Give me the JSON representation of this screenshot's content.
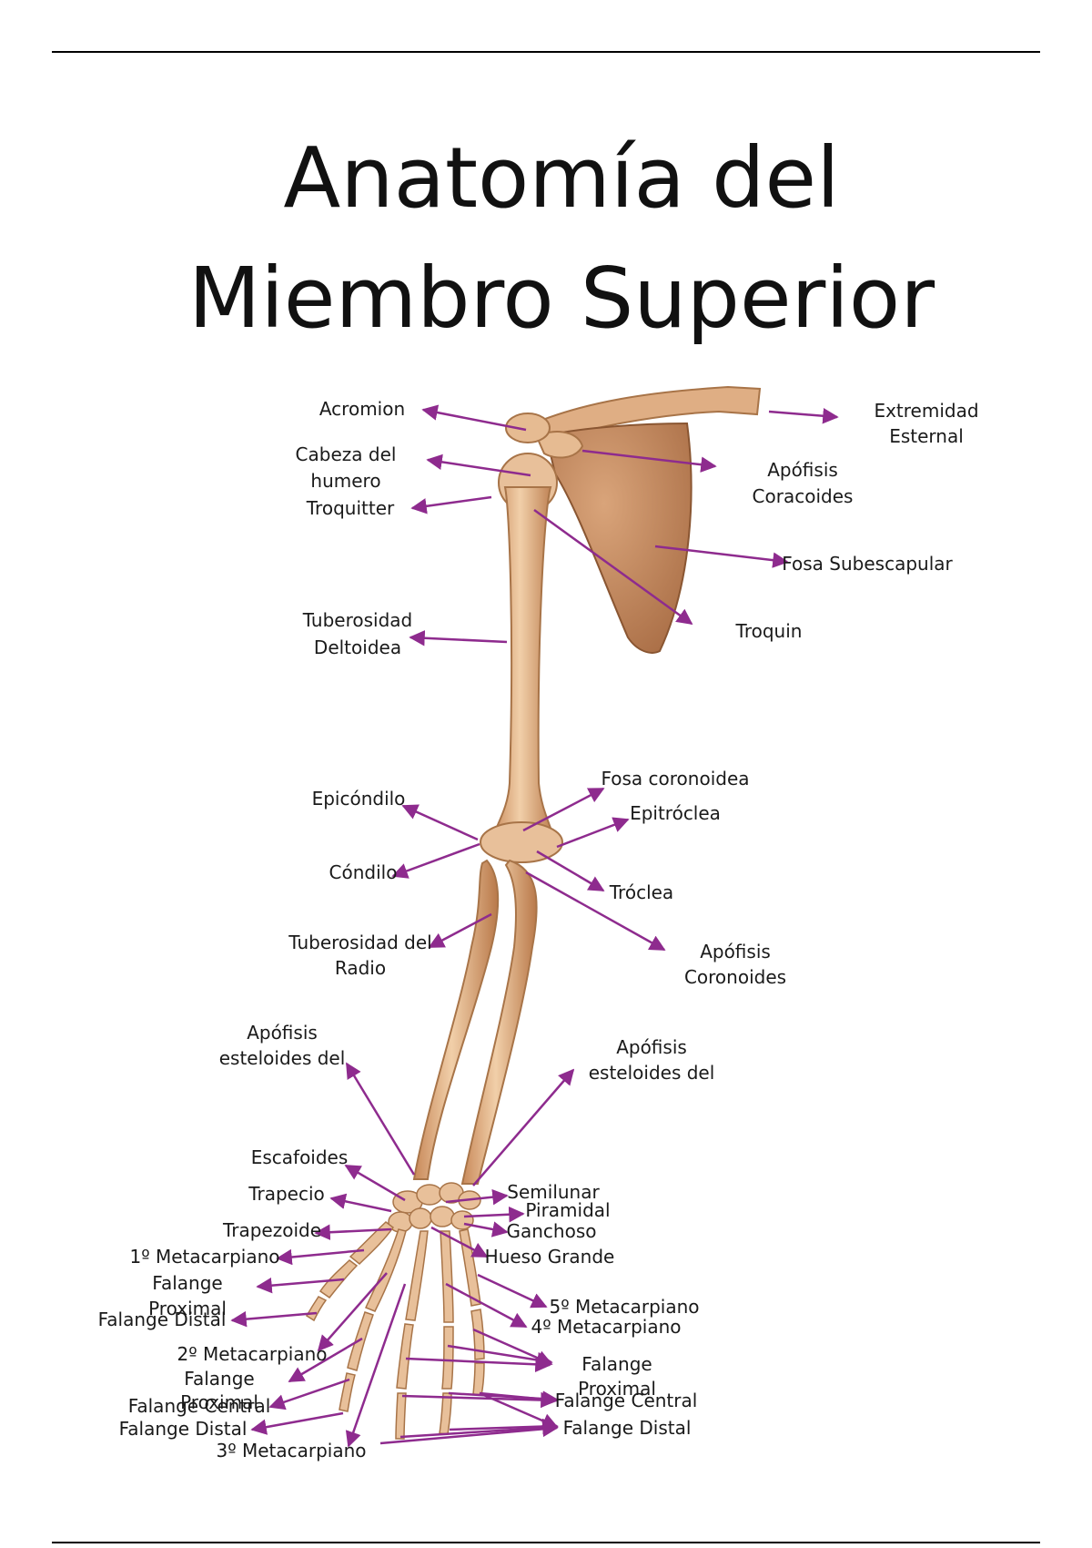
{
  "title": {
    "line1": "Anatomía del",
    "line2": "Miembro Superior"
  },
  "colors": {
    "arrow": "#8e2b8e",
    "bone": "#e3b48a",
    "bone_shadow": "#b07a4e",
    "bone_light": "#f3d6b6"
  },
  "labels": {
    "acromion": "Acromion",
    "extremidad_esternal_1": "Extremidad",
    "extremidad_esternal_2": "Esternal",
    "cabeza_humero_1": "Cabeza del",
    "cabeza_humero_2": "humero",
    "troquitter": "Troquitter",
    "apofisis_coracoides_1": "Apófisis",
    "apofisis_coracoides_2": "Coracoides",
    "fosa_subescapular": "Fosa Subescapular",
    "troquin": "Troquin",
    "tuberosidad_deltoidea_1": "Tuberosidad",
    "tuberosidad_deltoidea_2": "Deltoidea",
    "fosa_coronoidea": "Fosa coronoidea",
    "epicondilo": "Epicóndilo",
    "epitroclea": "Epitróclea",
    "condilo": "Cóndilo",
    "troclea": "Tróclea",
    "tuberosidad_radio_1": "Tuberosidad del",
    "tuberosidad_radio_2": "Radio",
    "apofisis_coronoides_1": "Apófisis",
    "apofisis_coronoides_2": "Coronoides",
    "estiloides_radio_1": "Apófisis",
    "estiloides_radio_2": "esteloides del",
    "estiloides_cubito_1": "Apófisis",
    "estiloides_cubito_2": "esteloides del",
    "escafoides": "Escafoides",
    "trapecio": "Trapecio",
    "trapezoide": "Trapezoide",
    "semilunar": "Semilunar",
    "piramidal": "Piramidal",
    "ganchoso": "Ganchoso",
    "hueso_grande": "Hueso Grande",
    "metacarpiano_1": "1º Metacarpiano",
    "falange_proximal_1a": "Falange",
    "falange_proximal_1b": "Proximal",
    "falange_distal_1": "Falange Distal",
    "metacarpiano_5": "5º Metacarpiano",
    "metacarpiano_4": "4º Metacarpiano",
    "metacarpiano_2": "2º Metacarpiano",
    "falange_proximal_2a": "Falange",
    "falange_proximal_2b": "Proximal",
    "falange_central_2": "Falange Central",
    "falange_distal_2": "Falange Distal",
    "metacarpiano_3": "3º Metacarpiano",
    "falange_proximal_ra": "Falange",
    "falange_proximal_rb": "Proximal",
    "falange_central_r": "Falange Central",
    "falange_distal_r": "Falange Distal"
  }
}
